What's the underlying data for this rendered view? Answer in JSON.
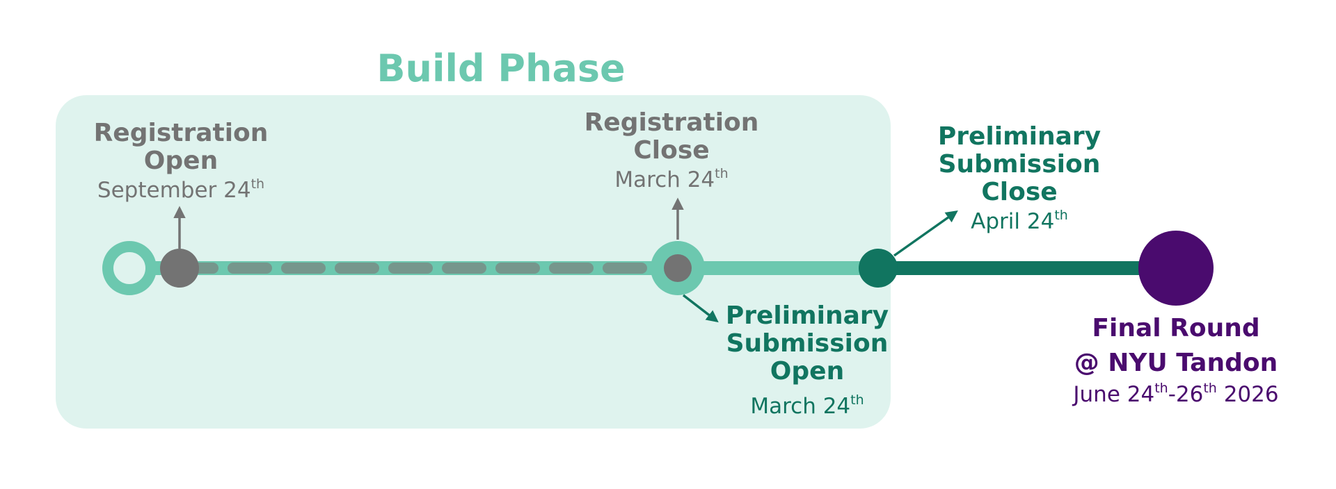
{
  "build_phase": {
    "title": "Build Phase"
  },
  "milestones": [
    {
      "id": "registration-open",
      "title_lines": [
        "Registration",
        "Open"
      ],
      "date": {
        "main": "September 24",
        "suffix": "th",
        "end": ""
      }
    },
    {
      "id": "registration-close",
      "title_lines": [
        "Registration",
        "Close"
      ],
      "date": {
        "main": "March 24",
        "suffix": "th",
        "end": ""
      }
    },
    {
      "id": "preliminary-submission-open",
      "title_lines": [
        "Preliminary",
        "Submission",
        "Open"
      ],
      "date": {
        "main": "March 24",
        "suffix": "th",
        "end": ""
      }
    },
    {
      "id": "preliminary-submission-close",
      "title_lines": [
        "Preliminary",
        "Submission",
        "Close"
      ],
      "date": {
        "main": "April 24",
        "suffix": "th",
        "end": ""
      }
    }
  ],
  "final_round": {
    "title_lines": [
      "Final Round",
      "@ NYU Tandon"
    ],
    "date": {
      "start": "June 24",
      "start_suffix": "th",
      "separator": "-",
      "end_day": "26",
      "end_suffix": "th",
      "year": " 2026"
    }
  },
  "colors": {
    "phase_background": "#dff3ee",
    "light_teal": "#6cc8af",
    "dark_teal": "#117560",
    "gray": "#737373",
    "dash_gray": "#76968c",
    "purple": "#4a0b6e"
  }
}
